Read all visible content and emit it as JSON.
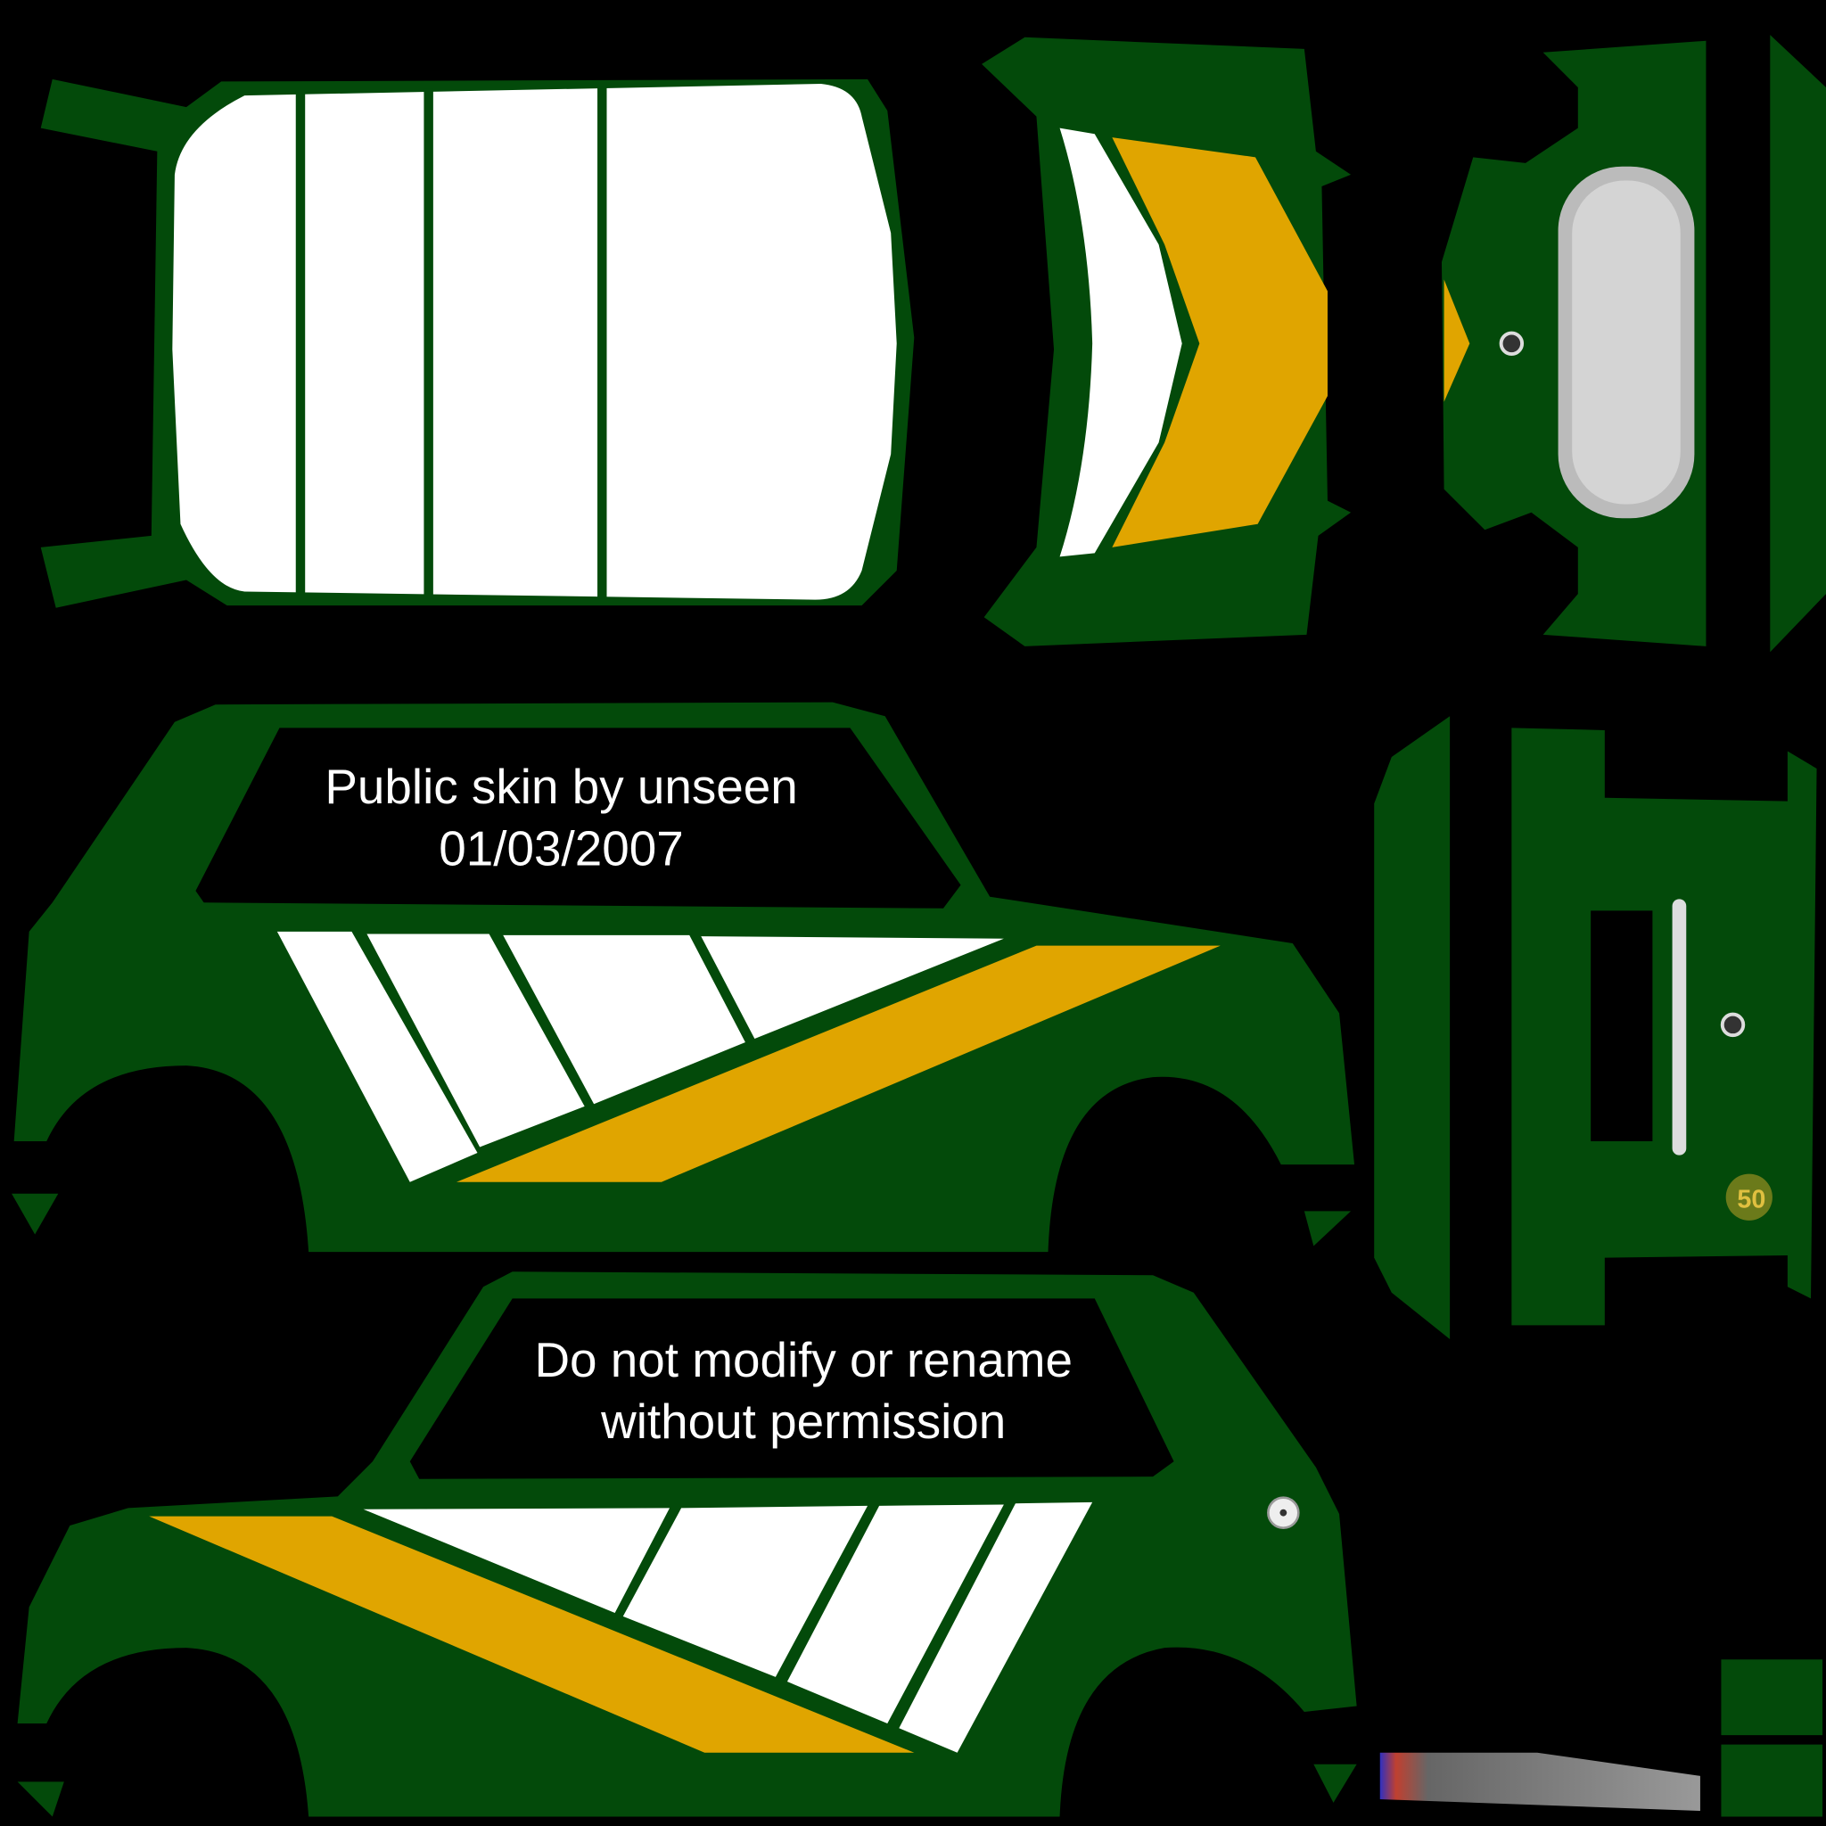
{
  "colors": {
    "background": "#000000",
    "body_green": "#034a0a",
    "body_green_light": "#0b5a12",
    "stripe_white": "#ffffff",
    "stripe_yellow": "#e0a500",
    "grille_gray": "#d4d4d4"
  },
  "side_left": {
    "line1": "Public skin by unseen",
    "line2": "01/03/2007"
  },
  "side_right": {
    "line1": "Do not modify or rename",
    "line2": "without permission"
  },
  "badge": {
    "text": "50"
  }
}
